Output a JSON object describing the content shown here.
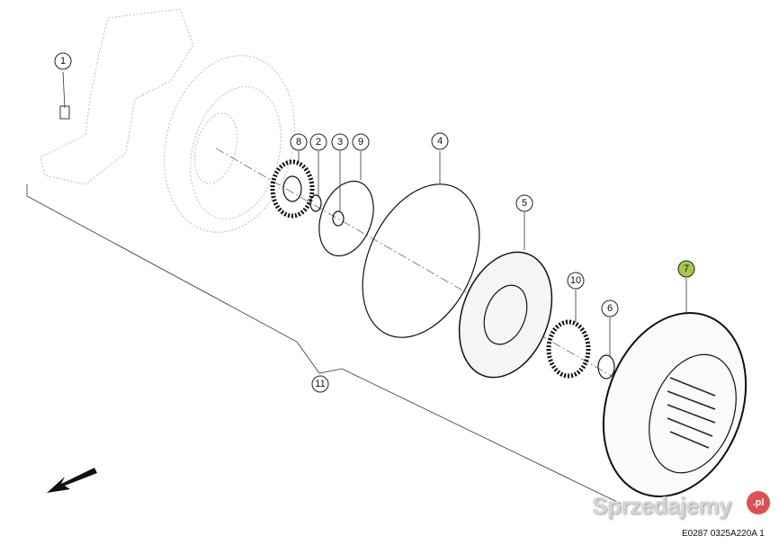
{
  "callouts": [
    {
      "id": "1",
      "label": "1"
    },
    {
      "id": "8",
      "label": "8"
    },
    {
      "id": "2",
      "label": "2"
    },
    {
      "id": "3",
      "label": "3"
    },
    {
      "id": "9",
      "label": "9"
    },
    {
      "id": "4",
      "label": "4"
    },
    {
      "id": "5",
      "label": "5"
    },
    {
      "id": "10",
      "label": "10"
    },
    {
      "id": "6",
      "label": "6"
    },
    {
      "id": "7",
      "label": "7"
    },
    {
      "id": "11",
      "label": "11"
    }
  ],
  "highlight_color": "#a5c84a",
  "drawing_code": "E0287 0325A220A 1",
  "watermark": {
    "text": "Sprzedajemy",
    "badge": ".pl"
  }
}
